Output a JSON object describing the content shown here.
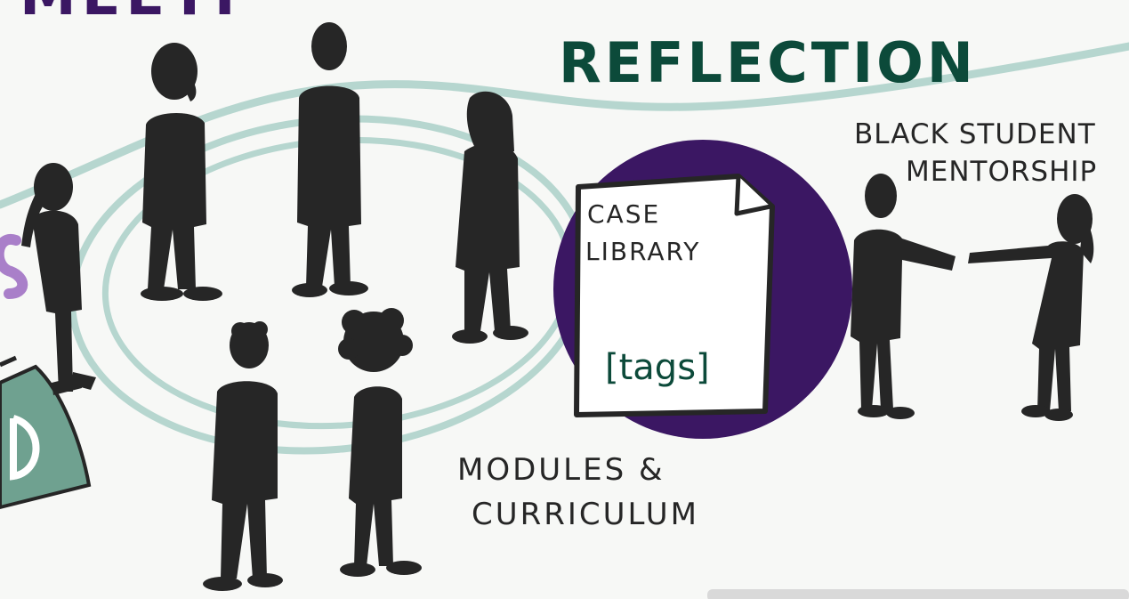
{
  "banner": {
    "title": "REFLECTION",
    "partial_top_text": "MEETI"
  },
  "labels": {
    "mentorship_line1": "BLACK STUDENT",
    "mentorship_line2": "MENTORSHIP",
    "modules_line1": "MODULES &",
    "modules_line2": "CURRICULUM",
    "case_line1": "CASE",
    "case_line2": "LIBRARY",
    "tags": "[tags]"
  },
  "colors": {
    "ink": "#262626",
    "teal_line": "#b6d6cf",
    "deep_green": "#0c4a3a",
    "purple": "#3b1763",
    "light_purple": "#a97fc9",
    "sage": "#6fa190",
    "paper": "#ffffff"
  },
  "icons": [
    "person-silhouette-icon",
    "handshake-icon",
    "document-icon",
    "circle-blob-icon"
  ]
}
